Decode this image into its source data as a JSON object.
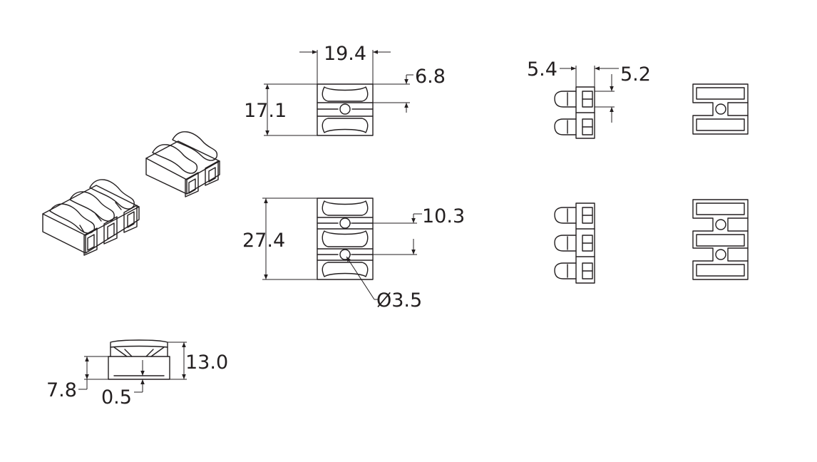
{
  "colors": {
    "stroke": "#231f20",
    "background": "#ffffff"
  },
  "dimensions": {
    "width_top": "19.4",
    "height_2pole": "17.1",
    "gap": "6.8",
    "height_3pole": "27.4",
    "pitch": "10.3",
    "hole_diameter": "Ø3.5",
    "side_left": "5.4",
    "side_right": "5.2",
    "profile_height": "13.0",
    "base_height": "7.8",
    "offset": "0.5"
  }
}
